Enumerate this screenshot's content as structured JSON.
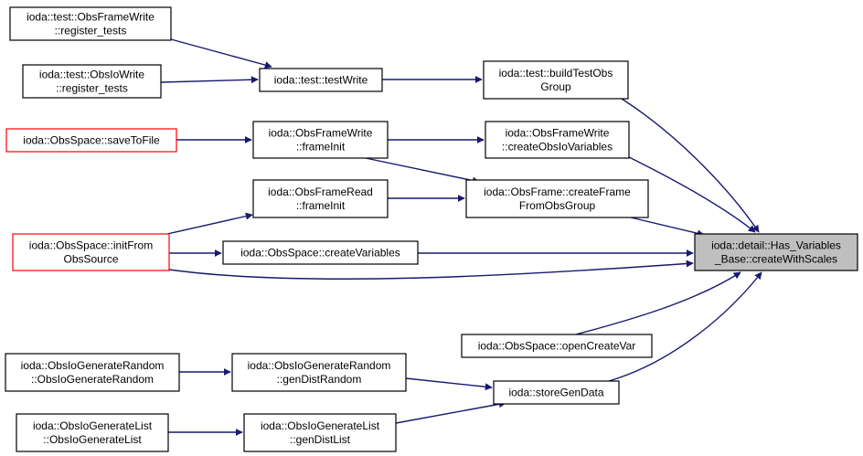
{
  "diagram": {
    "colors": {
      "edge": "#191970",
      "node_border": "#000000",
      "node_border_highlight": "#ff0000",
      "node_fill": "#ffffff",
      "target_fill": "#bfbfbf"
    },
    "nodes": [
      {
        "id": "obsframewrite-register-tests",
        "lines": [
          "ioda::test::ObsFrameWrite",
          "::register_tests"
        ],
        "style": "normal"
      },
      {
        "id": "obsiowrite-register-tests",
        "lines": [
          "ioda::test::ObsIoWrite",
          "::register_tests"
        ],
        "style": "normal"
      },
      {
        "id": "test-write",
        "lines": [
          "ioda::test::testWrite"
        ],
        "style": "normal"
      },
      {
        "id": "build-test-obs-group",
        "lines": [
          "ioda::test::buildTestObs",
          "Group"
        ],
        "style": "normal"
      },
      {
        "id": "obsspace-save-to-file",
        "lines": [
          "ioda::ObsSpace::saveToFile"
        ],
        "style": "highlight"
      },
      {
        "id": "obsframewrite-frameinit",
        "lines": [
          "ioda::ObsFrameWrite",
          "::frameInit"
        ],
        "style": "normal"
      },
      {
        "id": "obsframewrite-create-obsio-variables",
        "lines": [
          "ioda::ObsFrameWrite",
          "::createObsIoVariables"
        ],
        "style": "normal"
      },
      {
        "id": "obsframe-create-frame-from-obsgroup",
        "lines": [
          "ioda::ObsFrame::createFrame",
          "FromObsGroup"
        ],
        "style": "normal"
      },
      {
        "id": "obsframeread-frameinit",
        "lines": [
          "ioda::ObsFrameRead",
          "::frameInit"
        ],
        "style": "normal"
      },
      {
        "id": "obsspace-init-from-obssource",
        "lines": [
          "ioda::ObsSpace::initFrom",
          "ObsSource"
        ],
        "style": "highlight"
      },
      {
        "id": "obsspace-create-variables",
        "lines": [
          "ioda::ObsSpace::createVariables"
        ],
        "style": "normal"
      },
      {
        "id": "has-variables-create-with-scales",
        "lines": [
          "ioda::detail::Has_Variables",
          "_Base::createWithScales"
        ],
        "style": "target"
      },
      {
        "id": "obsspace-open-create-var",
        "lines": [
          "ioda::ObsSpace::openCreateVar"
        ],
        "style": "normal"
      },
      {
        "id": "generate-random-ctor",
        "lines": [
          "ioda::ObsIoGenerateRandom",
          "::ObsIoGenerateRandom"
        ],
        "style": "normal"
      },
      {
        "id": "generate-random-gen-dist-random",
        "lines": [
          "ioda::ObsIoGenerateRandom",
          "::genDistRandom"
        ],
        "style": "normal"
      },
      {
        "id": "store-gen-data",
        "lines": [
          "ioda::storeGenData"
        ],
        "style": "normal"
      },
      {
        "id": "generate-list-ctor",
        "lines": [
          "ioda::ObsIoGenerateList",
          "::ObsIoGenerateList"
        ],
        "style": "normal"
      },
      {
        "id": "generate-list-gen-dist-list",
        "lines": [
          "ioda::ObsIoGenerateList",
          "::genDistList"
        ],
        "style": "normal"
      }
    ],
    "edges": [
      {
        "from": "obsframewrite-register-tests",
        "to": "test-write"
      },
      {
        "from": "obsiowrite-register-tests",
        "to": "test-write"
      },
      {
        "from": "test-write",
        "to": "build-test-obs-group"
      },
      {
        "from": "build-test-obs-group",
        "to": "has-variables-create-with-scales"
      },
      {
        "from": "obsspace-save-to-file",
        "to": "obsframewrite-frameinit"
      },
      {
        "from": "obsframewrite-frameinit",
        "to": "obsframewrite-create-obsio-variables"
      },
      {
        "from": "obsframewrite-frameinit",
        "to": "obsframe-create-frame-from-obsgroup"
      },
      {
        "from": "obsframewrite-create-obsio-variables",
        "to": "has-variables-create-with-scales"
      },
      {
        "from": "obsframeread-frameinit",
        "to": "obsframe-create-frame-from-obsgroup"
      },
      {
        "from": "obsframe-create-frame-from-obsgroup",
        "to": "has-variables-create-with-scales"
      },
      {
        "from": "obsspace-init-from-obssource",
        "to": "obsframeread-frameinit"
      },
      {
        "from": "obsspace-init-from-obssource",
        "to": "obsspace-create-variables"
      },
      {
        "from": "obsspace-init-from-obssource",
        "to": "has-variables-create-with-scales"
      },
      {
        "from": "obsspace-create-variables",
        "to": "has-variables-create-with-scales"
      },
      {
        "from": "obsspace-open-create-var",
        "to": "has-variables-create-with-scales"
      },
      {
        "from": "generate-random-ctor",
        "to": "generate-random-gen-dist-random"
      },
      {
        "from": "generate-random-gen-dist-random",
        "to": "store-gen-data"
      },
      {
        "from": "generate-list-ctor",
        "to": "generate-list-gen-dist-list"
      },
      {
        "from": "generate-list-gen-dist-list",
        "to": "store-gen-data"
      },
      {
        "from": "store-gen-data",
        "to": "has-variables-create-with-scales"
      }
    ]
  }
}
